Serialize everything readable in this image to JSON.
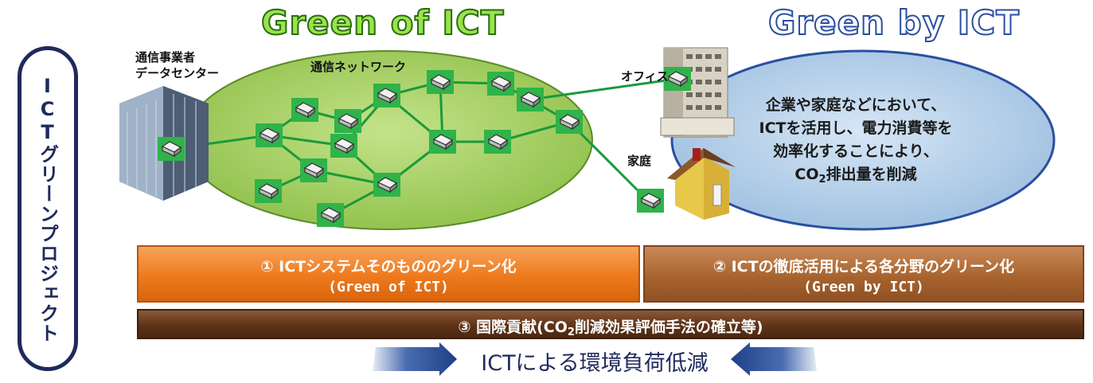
{
  "side_label": "ICTグリーンプロジェクト",
  "titles": {
    "left": "Green of ICT",
    "right": "Green by ICT"
  },
  "labels": {
    "datacenter_line1": "通信事業者",
    "datacenter_line2": "データセンター",
    "network": "通信ネットワーク",
    "office": "オフィス",
    "home": "家庭"
  },
  "bubble": {
    "line1": "企業や家庭などにおいて、",
    "line2": "ICTを活用し、電力消費等を",
    "line3": "効率化することにより、",
    "line4_pre": "CO",
    "line4_sub": "2",
    "line4_post": "排出量を削減"
  },
  "bars": {
    "bar1_line1": "①  ICTシステムそのもののグリーン化",
    "bar1_line2": "(Green of ICT)",
    "bar2_line1": "②  ICTの徹底活用による各分野のグリーン化",
    "bar2_line2": "(Green by ICT)",
    "bar3_pre": "③  国際貢献(CO",
    "bar3_sub": "2",
    "bar3_post": "削減効果評価手法の確立等)"
  },
  "bottom": "ICTによる環境負荷低減",
  "colors": {
    "green_ellipse": "#a3cf5a",
    "blue_ellipse": "#b3cde6",
    "router_box": "#2fb34a",
    "orange_bar": "#ee7a1c",
    "brown_bar": "#a8642e",
    "dark_bar": "#5e3317",
    "navy": "#1f2a5c"
  },
  "icons": [
    "router-icon",
    "building-icon",
    "office-tower-icon",
    "house-icon",
    "arrow-right-icon",
    "arrow-left-icon"
  ]
}
